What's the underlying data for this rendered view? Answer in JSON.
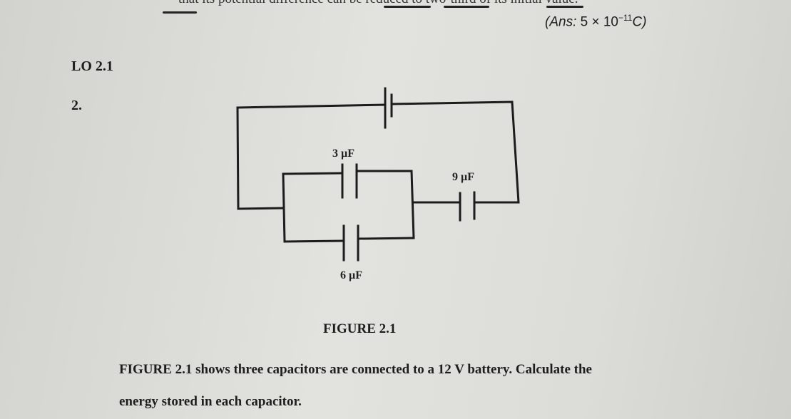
{
  "top_text": "that its potential difference can be reduced to two-third of its initial value.",
  "answer": {
    "prefix": "(Ans:",
    "value": "5 × 10",
    "exponent": "−11",
    "unit": "C)"
  },
  "section": "LO 2.1",
  "question_number": "2.",
  "figure": {
    "caption": "FIGURE 2.1",
    "labels": {
      "c1": "3 µF",
      "c2": "9 µF",
      "c3": "6 µF"
    }
  },
  "question": {
    "line1": "FIGURE 2.1 shows three capacitors are connected to a 12 V battery. Calculate the",
    "line2": "energy stored in each capacitor."
  }
}
